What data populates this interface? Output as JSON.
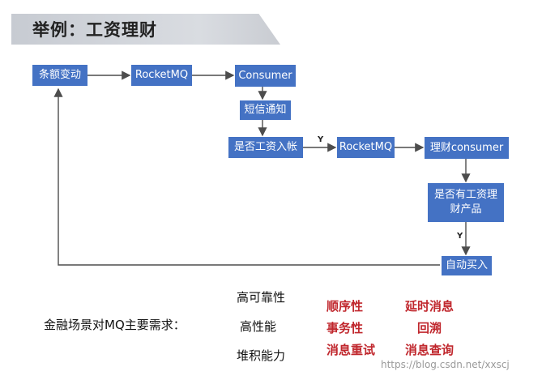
{
  "title": "举例：工资理财",
  "nodes": {
    "balance_change": "条额变动",
    "rocketmq_1": "RocketMQ",
    "consumer": "Consumer",
    "sms_notify": "短信通知",
    "is_salary_entry": "是否工资入帐",
    "rocketmq_2": "RocketMQ",
    "finance_consumer": "理财consumer",
    "has_salary_product": "是否有工资理财产品",
    "auto_buy": "自动买入"
  },
  "edge_labels": {
    "yes_1": "Y",
    "yes_2": "Y"
  },
  "requirements": {
    "label": "金融场景对MQ主要需求：",
    "middle": [
      "高可靠性",
      "高性能",
      "堆积能力"
    ],
    "red_col1": [
      "顺序性",
      "事务性",
      "消息重试"
    ],
    "red_col2": [
      "延时消息",
      "回溯",
      "消息查询"
    ]
  },
  "watermark": "https://blog.csdn.net/xxscj",
  "colors": {
    "node_fill": "#4472c4",
    "edge": "#4d4d4d",
    "highlight_text": "#c0272d"
  }
}
